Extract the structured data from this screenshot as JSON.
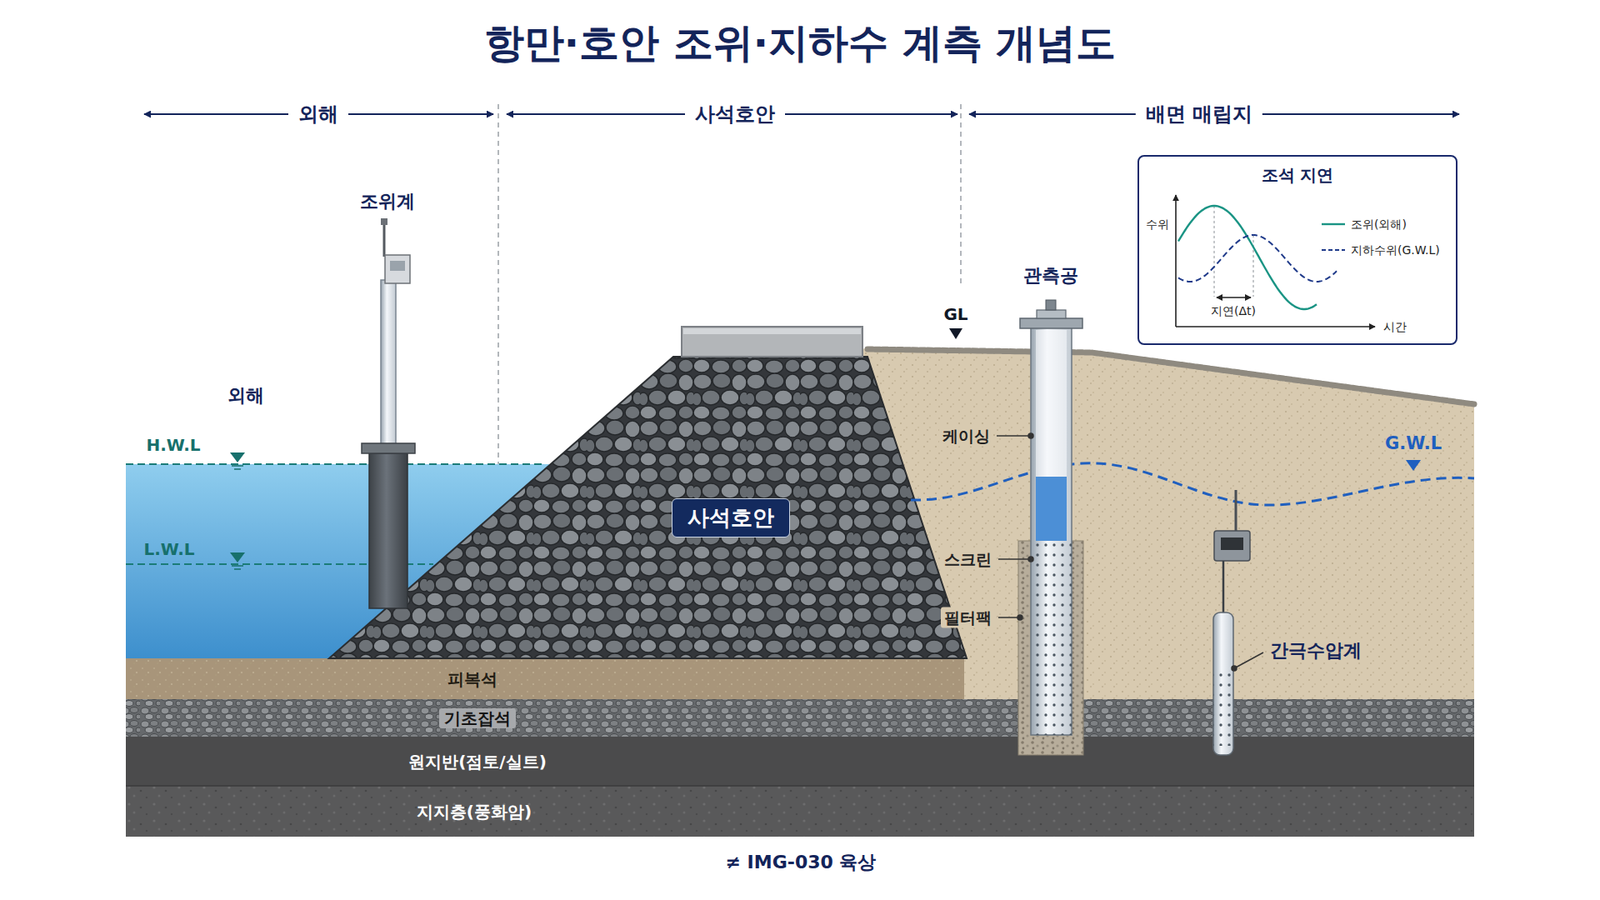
{
  "diagram": {
    "title": "항만·호안 조위·지하수 계측 개념도",
    "caption": "≠ IMG-030 육상",
    "nodes": [
      {
        "text": [
          "조석 지연"
        ]
      },
      {
        "text": [
          "사석호안"
        ]
      },
      {
        "text": [
          "피복석"
        ]
      },
      {
        "text": [
          "기초잡석"
        ]
      },
      {
        "text": [
          "원지반(점토/실트)"
        ]
      },
      {
        "text": [
          "지지층(풍화암)"
        ]
      }
    ],
    "labels": [
      "외해",
      "사석호안",
      "배면 매립지",
      "조위계",
      "외해",
      "H.W.L",
      "L.W.L",
      "GL",
      "관측공",
      "케이싱",
      "스크린",
      "필터팩",
      "간극수압계",
      "G.W.L",
      "수위",
      "시간",
      "지연(Δt)"
    ],
    "legend": [
      {
        "text": "조위(외해)"
      },
      {
        "text": "지하수위(G.W.L)"
      }
    ]
  }
}
